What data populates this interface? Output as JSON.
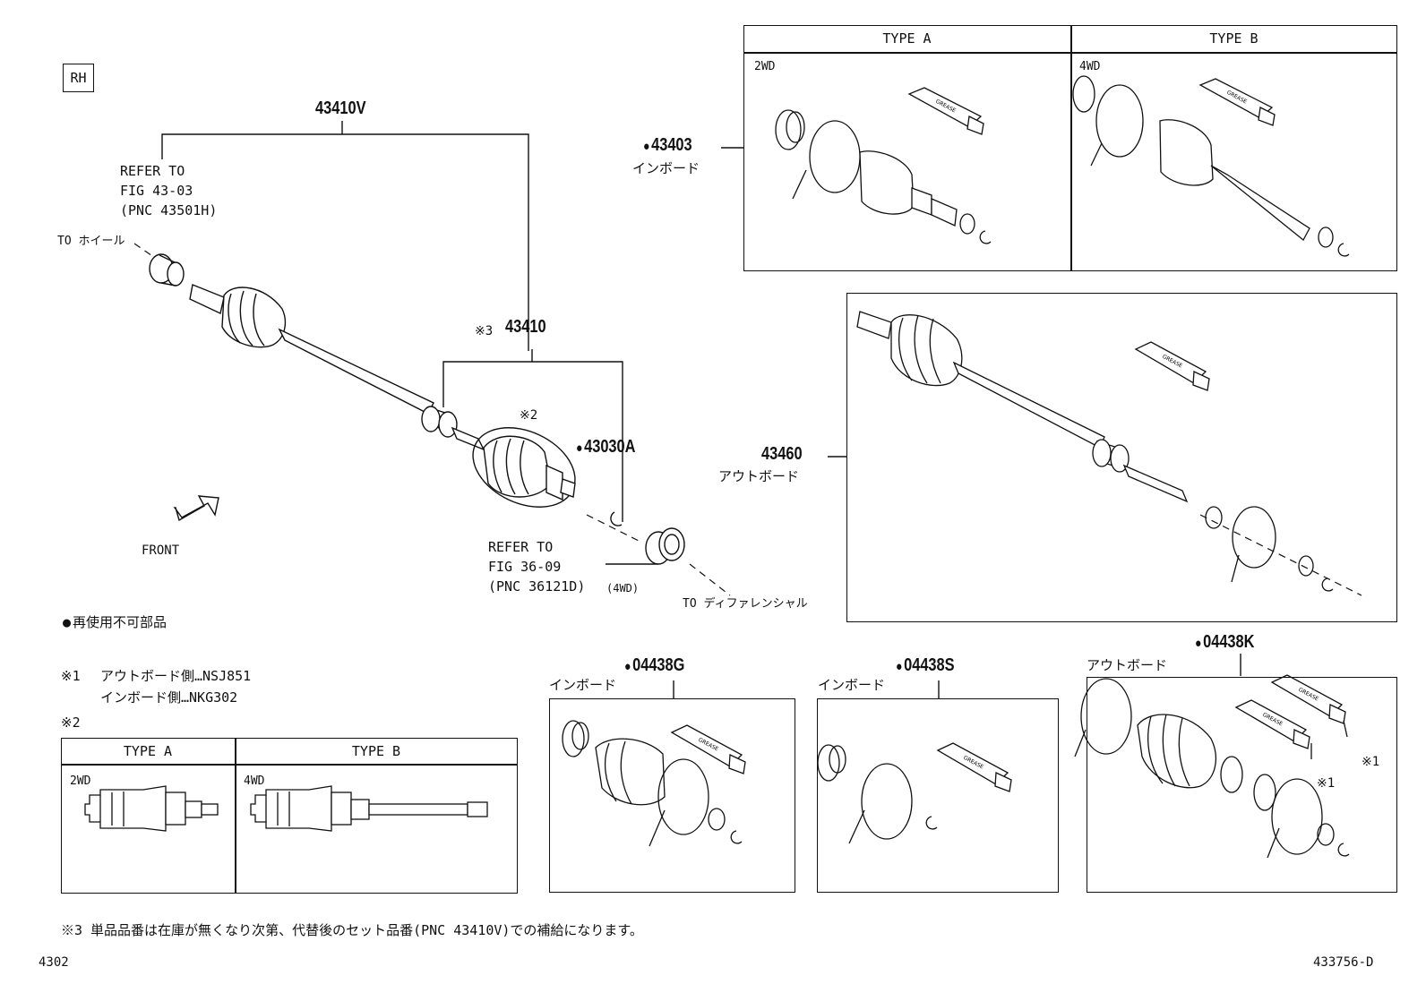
{
  "rh": "RH",
  "main_assy": {
    "pn": "43410V"
  },
  "refer_wheel": {
    "line1": "REFER TO",
    "line2": "FIG 43-03",
    "line3": "(PNC 43501H)"
  },
  "to_wheel": "TO ホイール",
  "sub_assy": {
    "mark": "※3",
    "pn": "43410"
  },
  "mark2": "※2",
  "bearing": {
    "pn": "43030A"
  },
  "refer_diff": {
    "line1": "REFER TO",
    "line2": "FIG 36-09",
    "line3": "(PNC 36121D)",
    "suffix": "(4WD)"
  },
  "to_diff": "TO ディファレンシャル",
  "front": "FRONT",
  "legend_bullet": "再使用不可部品",
  "note1": {
    "mark": "※1",
    "line1": "アウトボード側…NSJ851",
    "line2": "インボード側…NKG302"
  },
  "note2": {
    "mark": "※2",
    "type_a": "TYPE A",
    "type_b": "TYPE B",
    "a_sub": "2WD",
    "b_sub": "4WD"
  },
  "inboard_kit": {
    "pn": "43403",
    "label": "インボード",
    "type_a": "TYPE A",
    "type_b": "TYPE B",
    "a_sub": "2WD",
    "b_sub": "4WD"
  },
  "outboard_kit": {
    "pn": "43460",
    "label": "アウトボード"
  },
  "boot_g": {
    "pn": "04438G",
    "label": "インボード"
  },
  "boot_s": {
    "pn": "04438S",
    "label": "インボード"
  },
  "boot_k": {
    "pn": "04438K",
    "label": "アウトボード",
    "mark1": "※1",
    "mark2": "※1"
  },
  "grease_text": "GREASE",
  "note3": "※3 単品品番は在庫が無くなり次第、代替後のセット品番(PNC 43410V)での補給になります。",
  "page_code": "4302",
  "diagram_code": "433756-D"
}
